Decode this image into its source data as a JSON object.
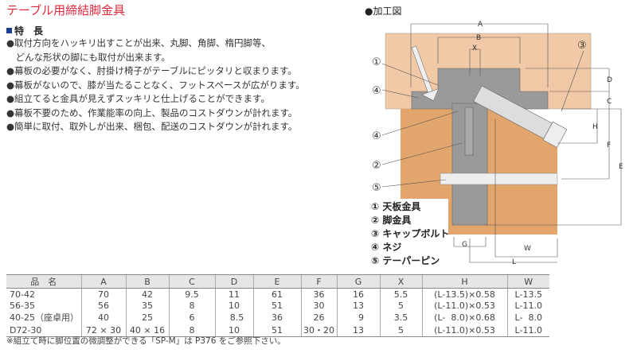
{
  "title": "テーブル用締結脚金具",
  "features": {
    "heading": "特　長",
    "items": [
      "●取付方向をハッキリ出すことが出来、丸脚、角脚、楕円脚等、\n　どんな形状の脚にも取付が出来ます。",
      "●幕板の必要がなく、肘掛け椅子がテーブルにピッタリと収まります。",
      "●幕板がないので、膝が当たることなく、フットスペースが広がります。",
      "●組立てると金具が見えずスッキリと仕上げることができます。",
      "●幕板不要のため、作業能率の向上、製品のコストダウンが計れます。",
      "●簡単に取付、取外しが出来、梱包、配送のコストダウンが計れます。"
    ]
  },
  "diagram": {
    "heading": "●加工図",
    "dims": {
      "A": "A",
      "B": "B",
      "X": "X",
      "C": "C",
      "D": "D",
      "E": "E",
      "F": "F",
      "H": "H",
      "G": "G",
      "W": "W",
      "L": "L"
    },
    "callouts": [
      "①",
      "④",
      "④",
      "②",
      "⑤",
      "③"
    ],
    "legend": [
      "① 天板金具",
      "② 脚金具",
      "③ キャップボルト",
      "④ ネジ",
      "⑤ テーパーピン"
    ],
    "colors": {
      "top": "#f2c9a6",
      "leg": "#e2a56c",
      "metal": "#9a9a9a"
    }
  },
  "table": {
    "headers": [
      "品　名",
      "A",
      "B",
      "C",
      "D",
      "E",
      "F",
      "G",
      "X",
      "H",
      "W"
    ],
    "rows": [
      [
        "70-42",
        "70",
        "42",
        "9.5",
        "11",
        "61",
        "36",
        "16",
        "5.5",
        "(L-13.5)×0.58",
        "L-13.5"
      ],
      [
        "56-35",
        "56",
        "35",
        "8",
        "10",
        "51",
        "30",
        "13",
        "5",
        "(L-11.0)×0.53",
        "L-11.0"
      ],
      [
        "40-25（座卓用）",
        "40",
        "25",
        "6",
        "  8.5",
        "36",
        "26",
        "  9",
        "3.5",
        "(L-  8.0)×0.68",
        "L-  8.0"
      ],
      [
        "D72-30",
        "72 × 30",
        "40 × 16",
        "8",
        "10",
        "51",
        "30・20",
        "13",
        "5",
        "(L-11.0)×0.53",
        "L-11.0"
      ]
    ]
  },
  "note": "※組立て時に脚位置の微調整ができる「SP-M」は P376 をご参照下さい。"
}
